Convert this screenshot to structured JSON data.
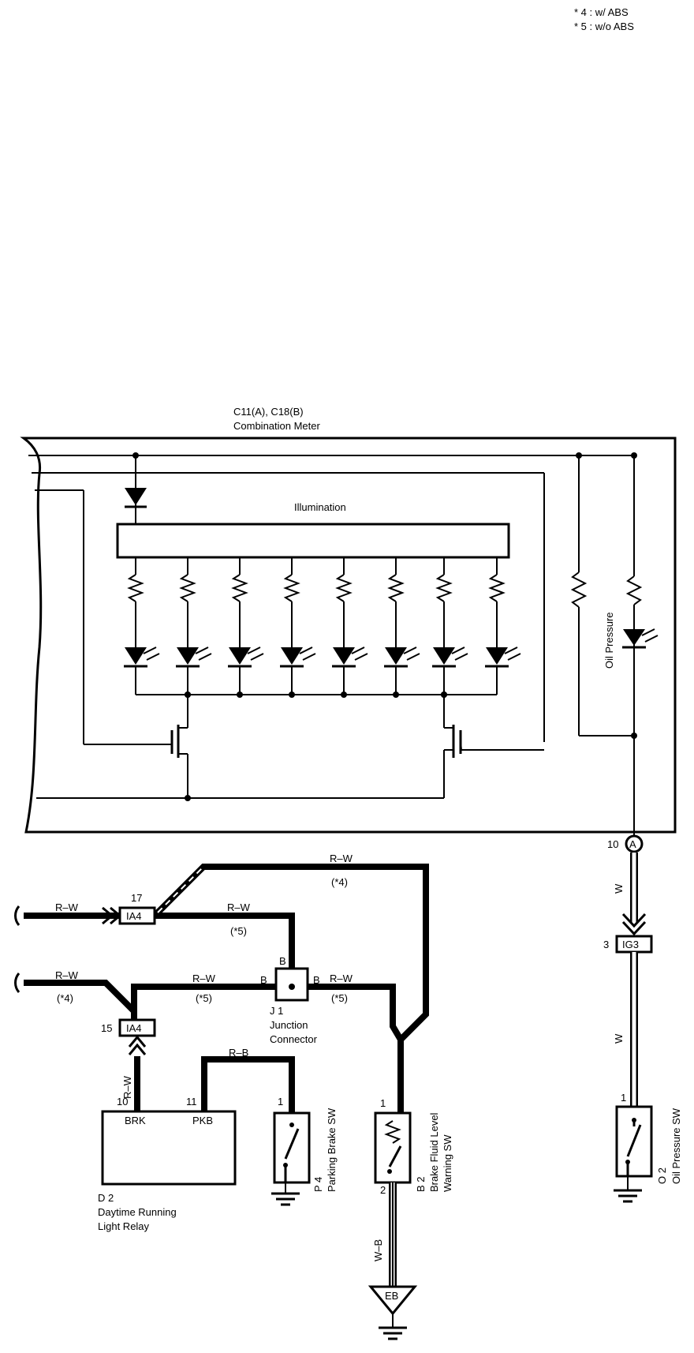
{
  "notes": [
    "* 4 : w/ ABS",
    "* 5 : w/o ABS"
  ],
  "meter": {
    "title1": "C11(A), C18(B)",
    "title2": "Combination Meter",
    "illumination": "Illumination",
    "oil_pressure": "Oil Pressure"
  },
  "wires": {
    "rw_top": "R–W",
    "note4_top": "(*4)",
    "rw_17_left": "R–W",
    "rw_17_right": "R–W",
    "note5_17": "(*5)",
    "rw_15_left": "R–W",
    "note4_15": "(*4)",
    "rw_mid": "R–W",
    "note5_mid": "(*5)",
    "rw_right": "R–W",
    "note5_right": "(*5)",
    "rw_vert": "R–W",
    "rb": "R–B",
    "wb": "W–B",
    "w_upper": "W",
    "w_lower": "W"
  },
  "connectors": {
    "ia4_17": "IA4",
    "pin_17": "17",
    "ia4_15": "IA4",
    "pin_15": "15",
    "ig3": "IG3",
    "pin_3": "3",
    "pin_a10": "10",
    "a_circle": "A",
    "j_b_top": "B",
    "j_b_left": "B",
    "j_b_right": "B",
    "eb": "EB"
  },
  "junction": {
    "id": "J 1",
    "name1": "Junction",
    "name2": "Connector"
  },
  "relay": {
    "pin_brk": "10",
    "pin_pkb": "11",
    "label_brk": "BRK",
    "label_pkb": "PKB",
    "id": "D 2",
    "name1": "Daytime Running",
    "name2": "Light Relay"
  },
  "parking": {
    "pin": "1",
    "id": "P 4",
    "name": "Parking Brake SW"
  },
  "brake_fluid": {
    "pin_top": "1",
    "pin_bottom": "2",
    "id": "B 2",
    "name1": "Brake Fluid Level",
    "name2": "Warning SW"
  },
  "oil_sw": {
    "pin": "1",
    "id": "O 2",
    "name": "Oil Pressure SW"
  }
}
